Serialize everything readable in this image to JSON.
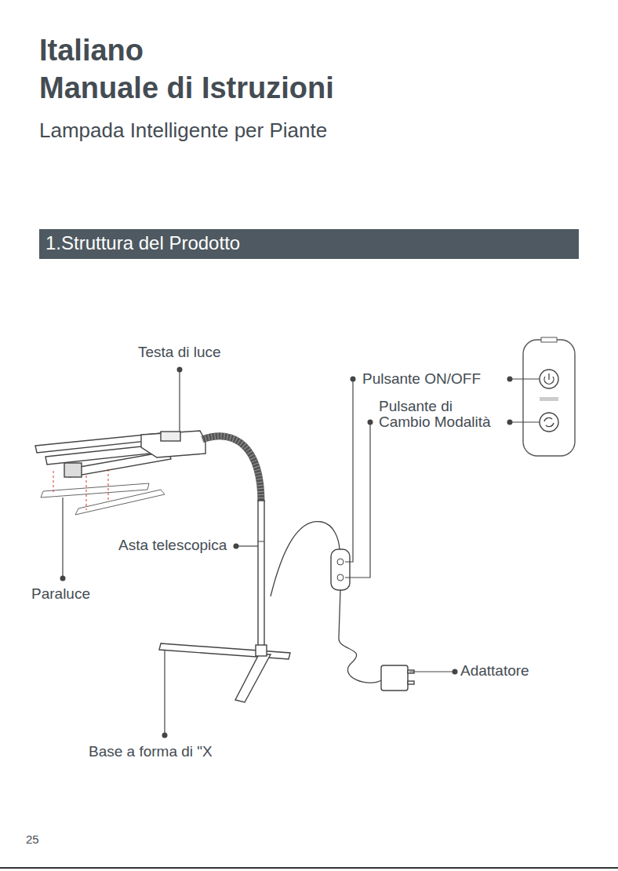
{
  "diagram": {
    "nodes": [
      {
        "text": [
          "1.Struttura del Prodotto"
        ]
      }
    ],
    "labels": [
      "Italiano",
      "Manuale di Istruzioni",
      "Lampada Intelligente per Piante",
      "Testa di luce",
      "Pulsante ON/OFF",
      "Pulsante di Cambio Modalità",
      "Asta telescopica",
      "Paraluce",
      "Adattatore",
      "Base a forma di \"X",
      "25"
    ]
  }
}
